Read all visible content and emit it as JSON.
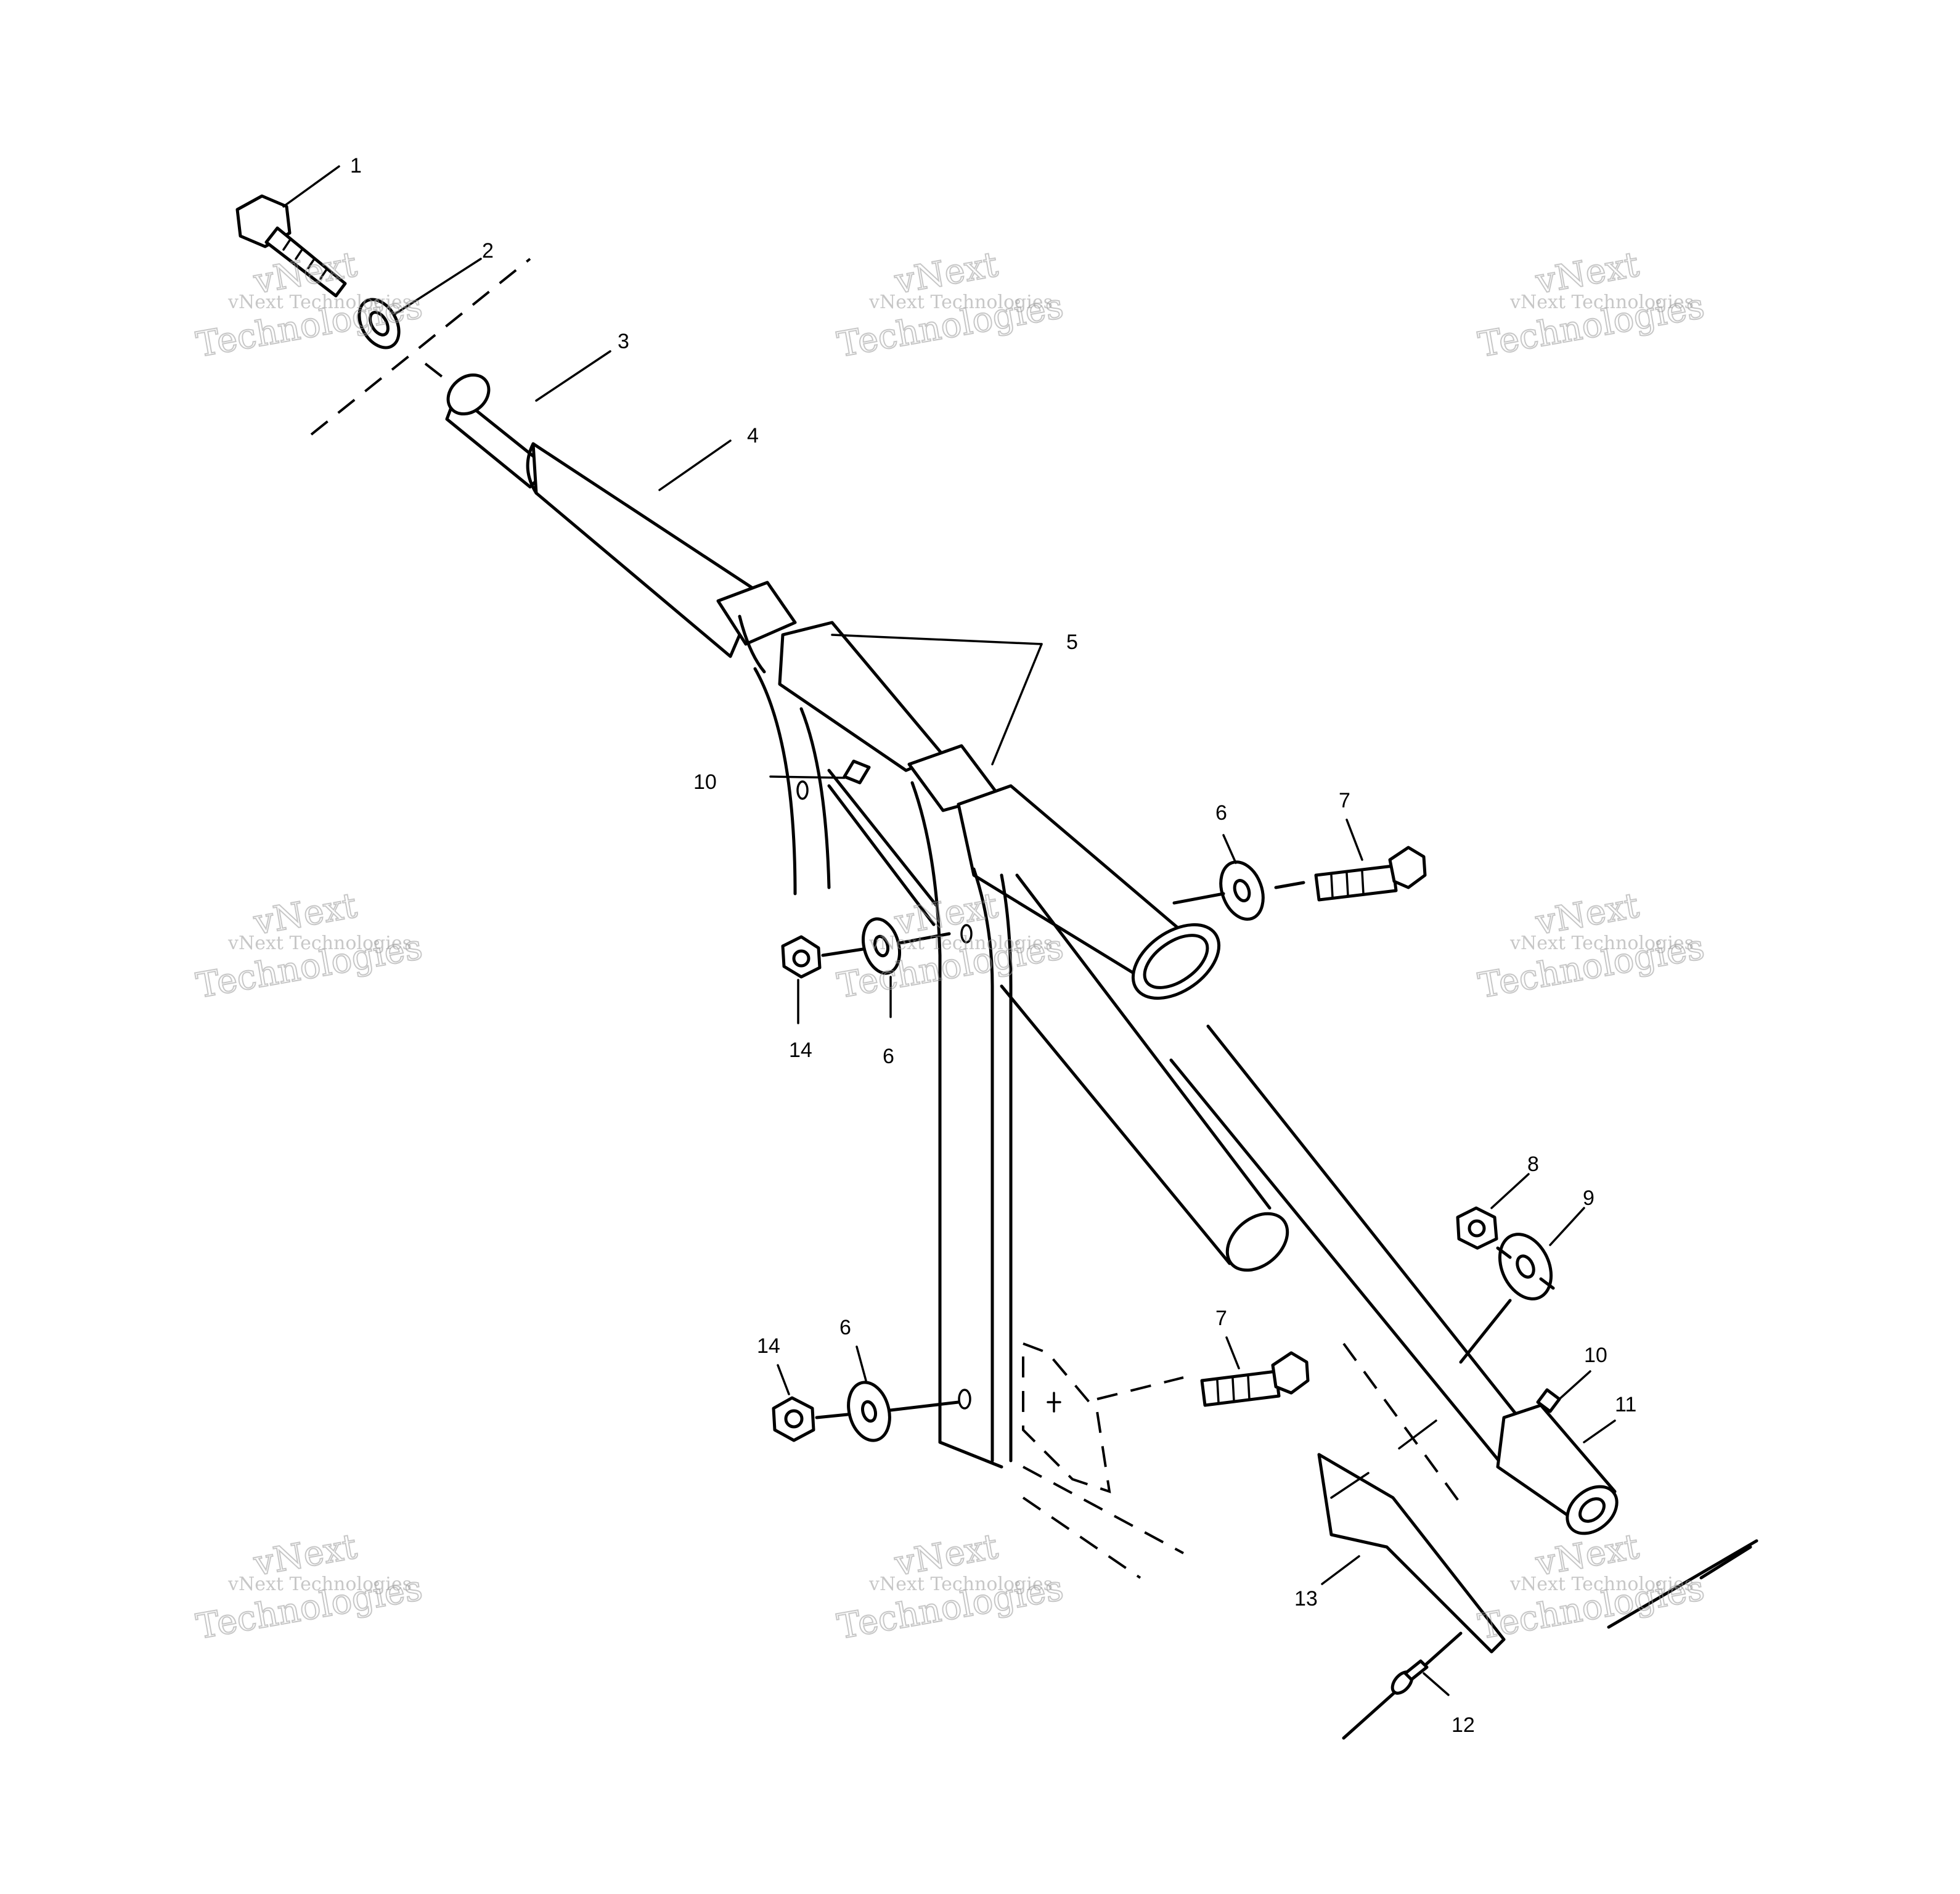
{
  "diagram": {
    "callouts": [
      {
        "id": "c1",
        "label": "1"
      },
      {
        "id": "c2",
        "label": "2"
      },
      {
        "id": "c3",
        "label": "3"
      },
      {
        "id": "c4",
        "label": "4"
      },
      {
        "id": "c5",
        "label": "5"
      },
      {
        "id": "c6a",
        "label": "6"
      },
      {
        "id": "c7a",
        "label": "7"
      },
      {
        "id": "c10a",
        "label": "10"
      },
      {
        "id": "c14a",
        "label": "14"
      },
      {
        "id": "c6b",
        "label": "6"
      },
      {
        "id": "c8",
        "label": "8"
      },
      {
        "id": "c9",
        "label": "9"
      },
      {
        "id": "c10b",
        "label": "10"
      },
      {
        "id": "c11",
        "label": "11"
      },
      {
        "id": "c14b",
        "label": "14"
      },
      {
        "id": "c6c",
        "label": "6"
      },
      {
        "id": "c7b",
        "label": "7"
      },
      {
        "id": "c13",
        "label": "13"
      },
      {
        "id": "c12",
        "label": "12"
      }
    ],
    "watermark": {
      "company": "vNext Technologies",
      "line1": "vNext",
      "line2": "Technologies"
    }
  }
}
